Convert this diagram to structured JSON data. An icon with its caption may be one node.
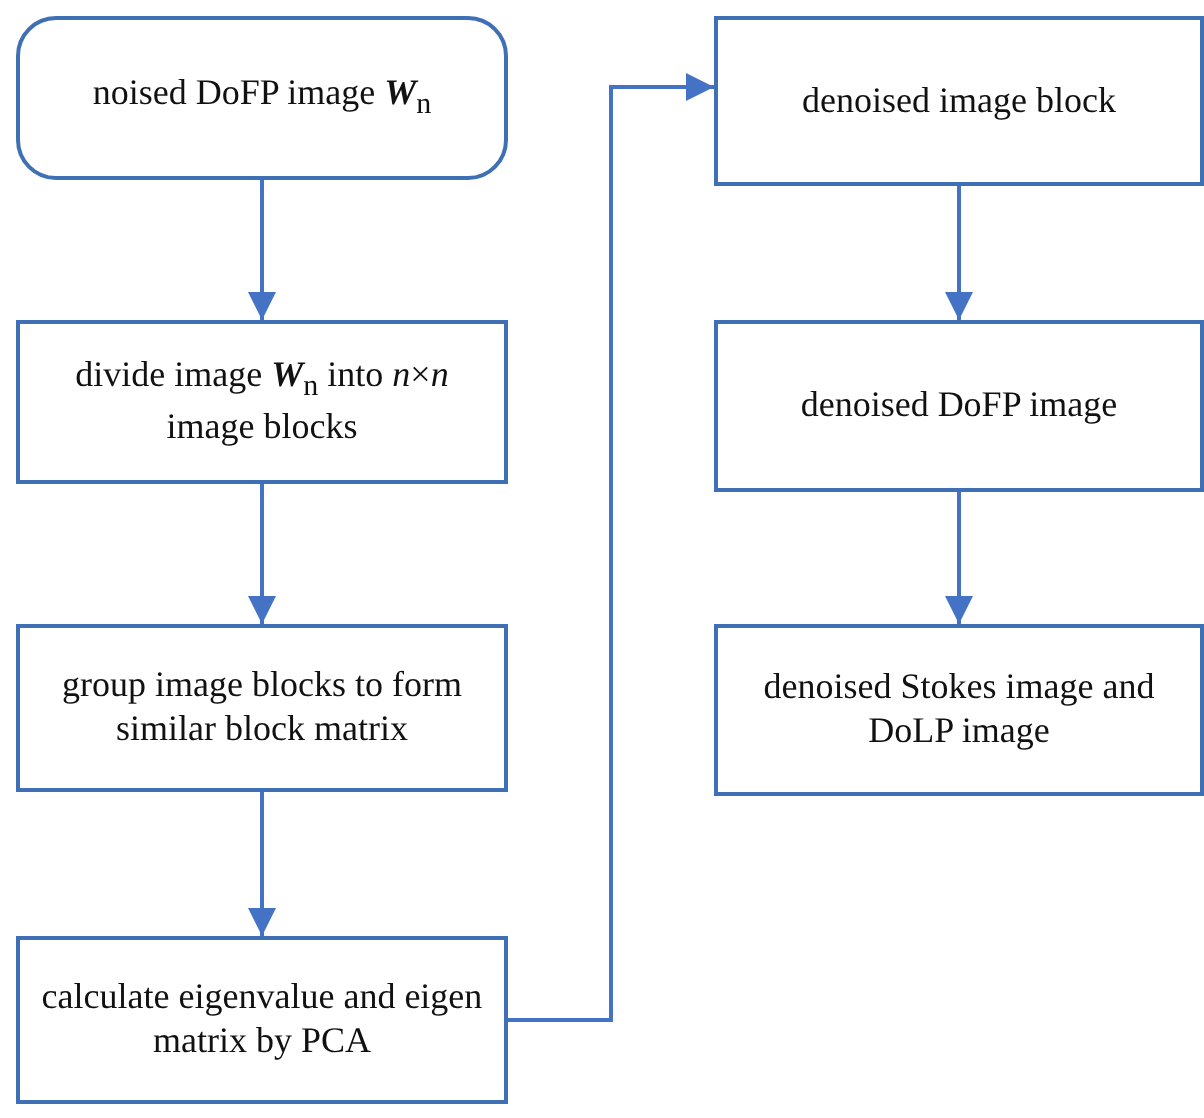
{
  "diagram": {
    "nodes": [
      {
        "text": [
          "noised DoFP image **W**$_{n}$"
        ]
      },
      {
        "text": [
          "divide image **W**$_{n}$ into *n*×*n* image blocks"
        ]
      },
      {
        "text": [
          "group image blocks to form similar block matrix"
        ]
      },
      {
        "text": [
          "calculate eigenvalue and eigen matrix by PCA"
        ]
      },
      {
        "text": [
          "denoised image block"
        ]
      },
      {
        "text": [
          "denoised DoFP image"
        ]
      },
      {
        "text": [
          "denoised Stokes image and DoLP image"
        ]
      }
    ],
    "edges": [
      {
        "from": 0,
        "to": 1,
        "arrow": "to"
      },
      {
        "from": 1,
        "to": 2,
        "arrow": "to"
      },
      {
        "from": 2,
        "to": 3,
        "arrow": "to"
      },
      {
        "from": 3,
        "to": 4,
        "arrow": "to"
      },
      {
        "from": 4,
        "to": 5,
        "arrow": "to"
      },
      {
        "from": 5,
        "to": 6,
        "arrow": "to"
      }
    ]
  }
}
